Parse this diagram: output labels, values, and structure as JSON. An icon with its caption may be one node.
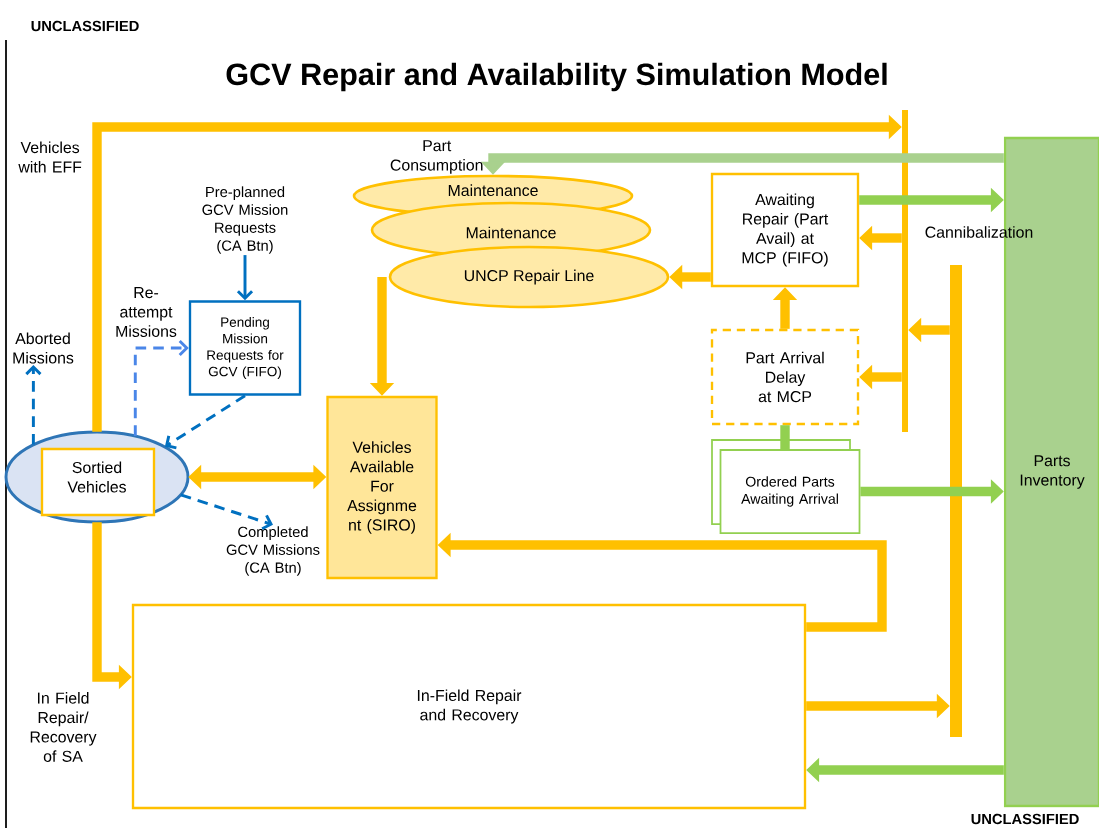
{
  "diagram": {
    "title": "GCV Repair and Availability Simulation Model",
    "nodes": [
      {
        "text": [
          "Pre-planned GCV Mission Requests (CA Btn)"
        ]
      },
      {
        "text": [
          "Maintenance"
        ]
      },
      {
        "text": [
          "Maintenance"
        ]
      },
      {
        "text": [
          "UNCP Repair Line"
        ]
      },
      {
        "text": [
          "Awaiting Repair (Part Avail) at MCP (FIFO)"
        ]
      },
      {
        "text": [
          "Parts Inventory"
        ]
      },
      {
        "text": [
          "Pending Mission Requests for GCV (FIFO)"
        ]
      },
      {
        "text": [
          "Aborted Missions"
        ]
      },
      {
        "text": [
          "Part Arrival Delay at MCP"
        ]
      },
      {
        "text": [
          "Sortied Vehicles"
        ]
      },
      {
        "text": [
          "Vehicles Available For Assignme nt (SIRO)"
        ]
      },
      {
        "text": [
          "Ordered Parts Awaiting Arrival"
        ]
      },
      {
        "text": [
          "Completed GCV Missions (CA Btn)"
        ]
      },
      {
        "text": [
          "In-Field Repair and Recovery"
        ]
      },
      {
        "text": [],
        "shape": "bar"
      },
      {
        "text": [],
        "shape": "bar"
      }
    ],
    "edges": [
      {
        "from": 9,
        "to": 7,
        "arrow": "to",
        "style": "dashed",
        "color": "#0070c0"
      },
      {
        "from": 9,
        "to": 6,
        "arrow": "to",
        "style": "dashed",
        "color": "#4a86e8",
        "label": "Re-attempt Missions"
      },
      {
        "from": 0,
        "to": 6,
        "arrow": "to",
        "color": "#0070c0"
      },
      {
        "from": 6,
        "to": 9,
        "arrow": "to",
        "style": "dashed",
        "color": "#0070c0"
      },
      {
        "from": 9,
        "to": 12,
        "arrow": "to",
        "style": "dashed",
        "color": "#0070c0"
      },
      {
        "from": 9,
        "to": 10,
        "arrow": "both"
      },
      {
        "from": 9,
        "to": 14,
        "arrow": "to",
        "label": "Vehicles with EFF"
      },
      {
        "from": 9,
        "to": 13,
        "arrow": "to",
        "label": "In Field Repair/ Recovery of SA"
      },
      {
        "from": 3,
        "to": 10,
        "arrow": "to"
      },
      {
        "from": 4,
        "to": 3,
        "arrow": "to"
      },
      {
        "from": 14,
        "to": 4,
        "arrow": "to"
      },
      {
        "from": 14,
        "to": 8,
        "arrow": "to"
      },
      {
        "from": 8,
        "to": 4,
        "arrow": "to"
      },
      {
        "from": 11,
        "to": 8,
        "arrow": "none",
        "color": "#92d050"
      },
      {
        "from": 11,
        "to": 5,
        "arrow": "to",
        "color": "#92d050"
      },
      {
        "from": 4,
        "to": 5,
        "arrow": "to",
        "color": "#92d050",
        "label": "Cannibalization"
      },
      {
        "from": 5,
        "to": 1,
        "arrow": "to",
        "color": "#a9d18e",
        "label": "Part Consumption"
      },
      {
        "from": 5,
        "to": 13,
        "arrow": "to",
        "color": "#92d050"
      },
      {
        "from": 15,
        "to": 14,
        "arrow": "to"
      },
      {
        "from": 13,
        "to": 15,
        "arrow": "to"
      },
      {
        "from": 13,
        "to": 10,
        "arrow": "to"
      }
    ],
    "labels": [
      "UNCLASSIFIED",
      "UNCLASSIFIED"
    ]
  }
}
